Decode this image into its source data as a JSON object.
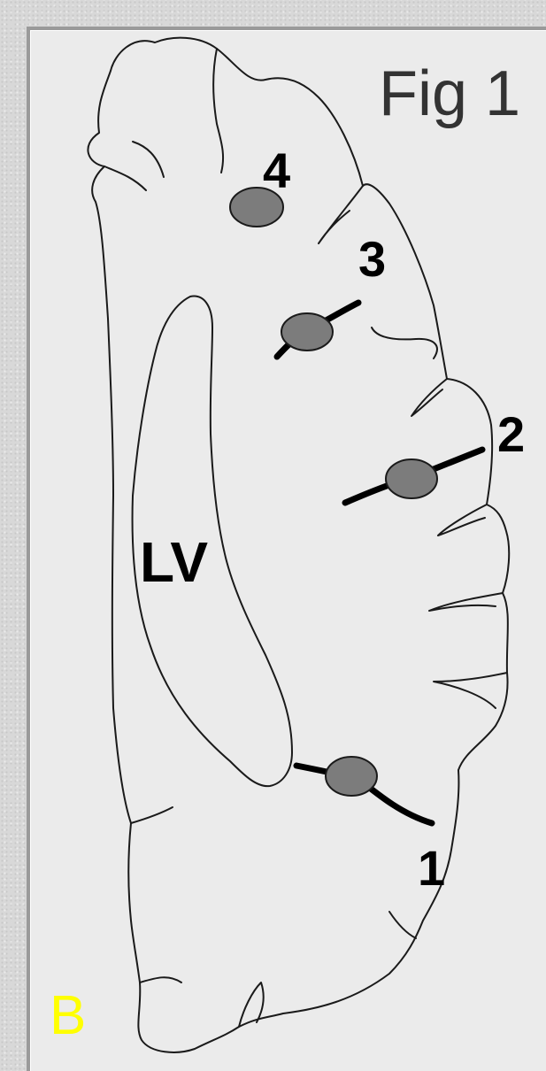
{
  "figure": {
    "title": "Fig 1",
    "panel_letter": "B"
  },
  "labels": {
    "lv": "LV",
    "sites": [
      "1",
      "2",
      "3",
      "4"
    ]
  },
  "colors": {
    "page_background": "#d8d8d8",
    "panel_background": "#ebebeb",
    "panel_border": "#9a9a9a",
    "outline": "#1a1a1a",
    "recording_site_fill": "#7c7c7c",
    "probe_track": "#000000",
    "panel_letter": "#ffff00",
    "title_text": "#333333"
  }
}
